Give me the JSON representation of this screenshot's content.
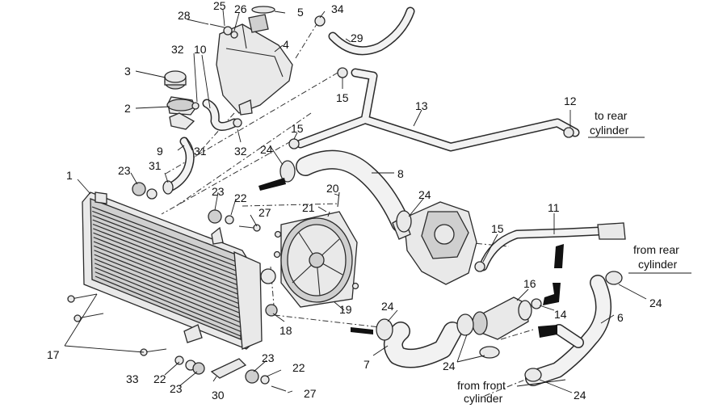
{
  "callouts": [
    "1",
    "2",
    "3",
    "4",
    "5",
    "6",
    "7",
    "8",
    "9",
    "10",
    "11",
    "12",
    "13",
    "14",
    "15",
    "16",
    "17",
    "18",
    "19",
    "20",
    "21",
    "22",
    "23",
    "24",
    "25",
    "26",
    "27",
    "28",
    "29",
    "30",
    "31",
    "32",
    "33",
    "34"
  ],
  "labels": {
    "to_rear_cylinder": [
      "to rear",
      "cylinder"
    ],
    "from_rear_cylinder": [
      "from rear",
      "cylinder"
    ],
    "from_front_cylinder": [
      "from front",
      "cylinder"
    ]
  }
}
